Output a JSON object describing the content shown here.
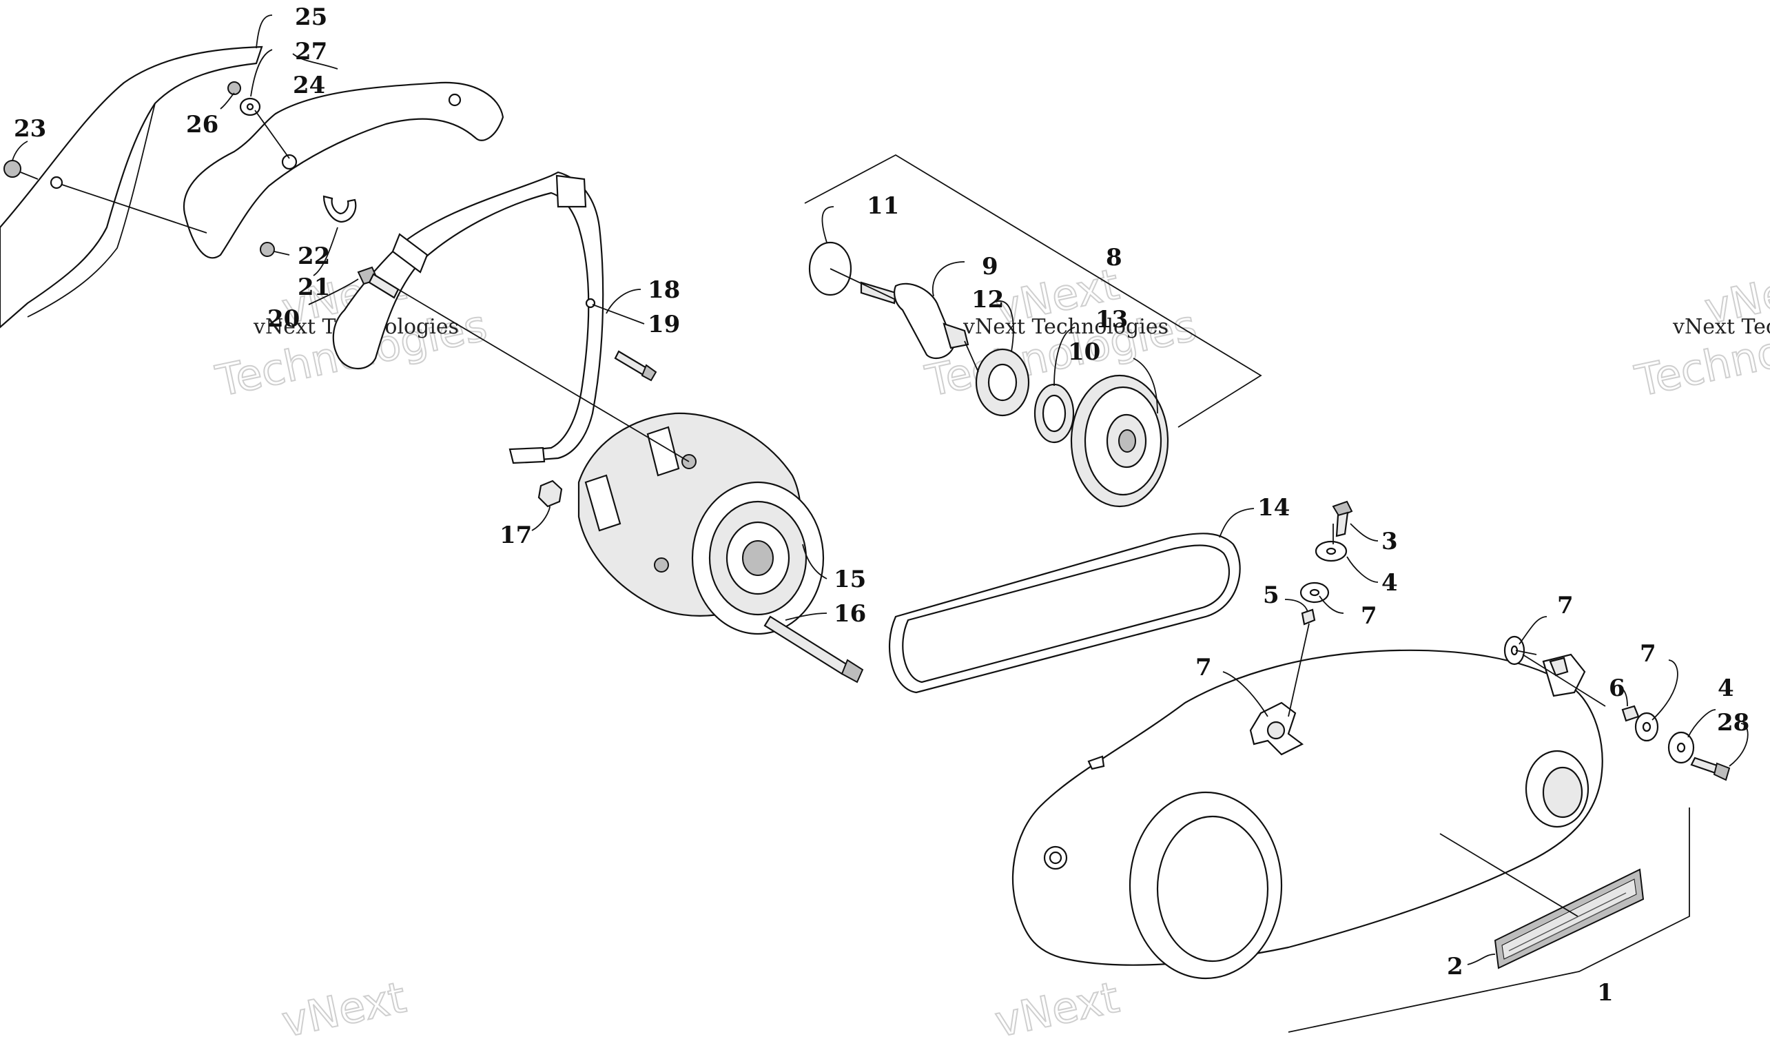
{
  "callouts": {
    "c1": "1",
    "c2": "2",
    "c3": "3",
    "c4a": "4",
    "c4b": "4",
    "c5": "5",
    "c6": "6",
    "c7a": "7",
    "c7b": "7",
    "c7c": "7",
    "c7d": "7",
    "c8": "8",
    "c9": "9",
    "c10": "10",
    "c11": "11",
    "c12": "12",
    "c13": "13",
    "c14": "14",
    "c15": "15",
    "c16": "16",
    "c17": "17",
    "c18": "18",
    "c19": "19",
    "c20": "20",
    "c21": "21",
    "c22": "22",
    "c23": "23",
    "c24": "24",
    "c25": "25",
    "c26": "26",
    "c27": "27",
    "c28": "28"
  },
  "watermark": {
    "line": "vNext Technologies",
    "word1": "vNext",
    "word2": "Technologies",
    "short": "vNext Tec"
  }
}
